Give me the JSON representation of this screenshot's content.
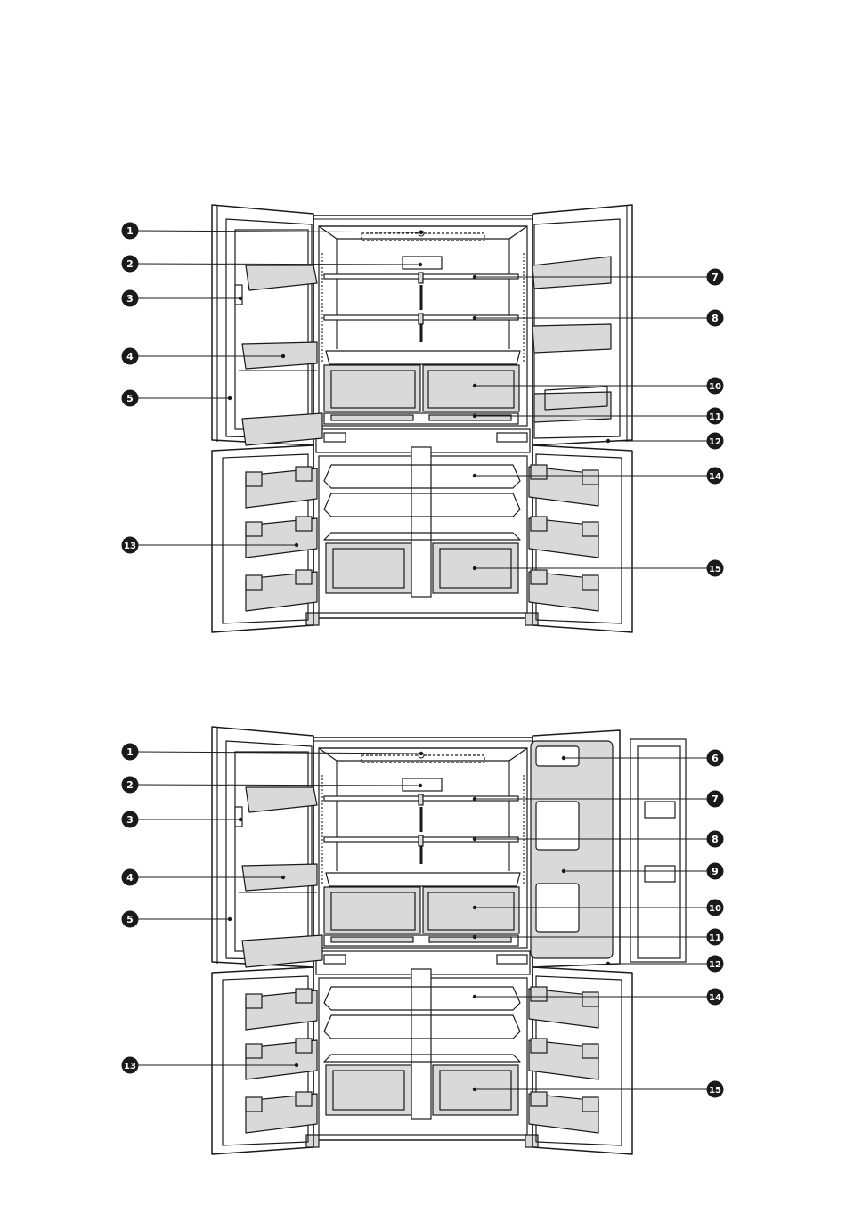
{
  "diagrams": [
    {
      "key": "top",
      "right_door": "door-bins",
      "callouts": [
        {
          "num": "1",
          "side": "left"
        },
        {
          "num": "2",
          "side": "left"
        },
        {
          "num": "3",
          "side": "left"
        },
        {
          "num": "4",
          "side": "left"
        },
        {
          "num": "5",
          "side": "left"
        },
        {
          "num": "13",
          "side": "left"
        },
        {
          "num": "7",
          "side": "right"
        },
        {
          "num": "8",
          "side": "right"
        },
        {
          "num": "10",
          "side": "right"
        },
        {
          "num": "11",
          "side": "right"
        },
        {
          "num": "12",
          "side": "right"
        },
        {
          "num": "14",
          "side": "right"
        },
        {
          "num": "15",
          "side": "right"
        }
      ]
    },
    {
      "key": "bottom",
      "right_door": "door-in-door",
      "callouts": [
        {
          "num": "1",
          "side": "left"
        },
        {
          "num": "2",
          "side": "left"
        },
        {
          "num": "3",
          "side": "left"
        },
        {
          "num": "4",
          "side": "left"
        },
        {
          "num": "5",
          "side": "left"
        },
        {
          "num": "13",
          "side": "left"
        },
        {
          "num": "6",
          "side": "right"
        },
        {
          "num": "7",
          "side": "right"
        },
        {
          "num": "8",
          "side": "right"
        },
        {
          "num": "9",
          "side": "right"
        },
        {
          "num": "10",
          "side": "right"
        },
        {
          "num": "11",
          "side": "right"
        },
        {
          "num": "12",
          "side": "right"
        },
        {
          "num": "14",
          "side": "right"
        },
        {
          "num": "15",
          "side": "right"
        }
      ]
    }
  ],
  "colors": {
    "line": "#1a1a1a",
    "bin_fill": "#d9d9d9",
    "callout_fill": "#1a1a1a",
    "callout_text": "#ffffff",
    "rule": "#555555"
  }
}
